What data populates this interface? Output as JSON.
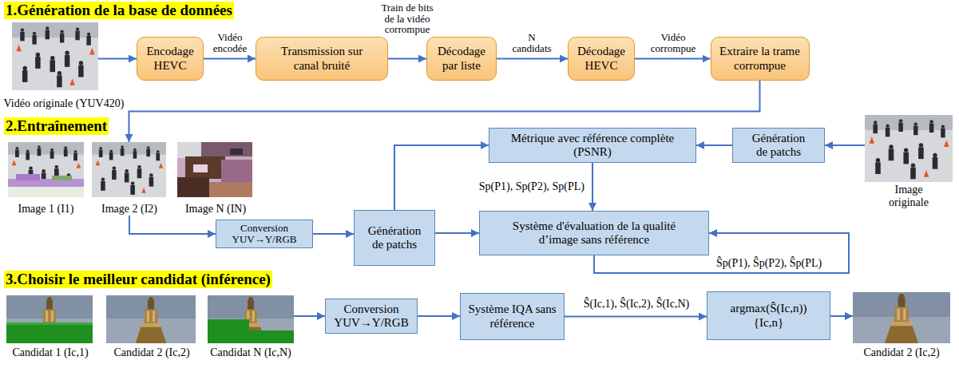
{
  "diagram": {
    "nodes": [
      {
        "text": [
          "Vidéo originale (YUV420)"
        ]
      },
      {
        "text": [
          "Encodage HEVC"
        ]
      },
      {
        "text": [
          "Transmission sur canal bruité"
        ]
      },
      {
        "text": [
          "Décodage par liste"
        ]
      },
      {
        "text": [
          "Décodage HEVC"
        ]
      },
      {
        "text": [
          "Extraire la trame corrompue"
        ]
      },
      {
        "text": [
          "Image 1 (I1)"
        ]
      },
      {
        "text": [
          "Image 2 (I2)"
        ]
      },
      {
        "text": [
          "Image N (IN)"
        ]
      },
      {
        "text": [
          "Métrique avec référence complète (PSNR)"
        ]
      },
      {
        "text": [
          "Génération de patchs"
        ]
      },
      {
        "text": [
          "Image originale"
        ]
      },
      {
        "text": [
          "Conversion YUV→Y/RGB"
        ]
      },
      {
        "text": [
          "Génération de patchs"
        ]
      },
      {
        "text": [
          "Système d'évaluation de la qualité d’image sans référence"
        ]
      },
      {
        "text": [
          "Candidat 1 (Ic,1)"
        ]
      },
      {
        "text": [
          "Candidat 2 (Ic,2)"
        ]
      },
      {
        "text": [
          "Candidat N (Ic,N)"
        ]
      },
      {
        "text": [
          "Conversion YUV→Y/RGB"
        ]
      },
      {
        "text": [
          "Système IQA sans référence"
        ]
      },
      {
        "text": [
          "argmax(Ŝ(Ic,n))",
          "{Ic,n}"
        ]
      },
      {
        "text": [
          "Candidat 2 (Ic,2)"
        ]
      }
    ],
    "edges": [
      {
        "from": 0,
        "to": 1,
        "arrow": "to"
      },
      {
        "from": 1,
        "to": 2,
        "label": "Vidéo encodée",
        "arrow": "to"
      },
      {
        "from": 2,
        "to": 3,
        "label": "Train de bits de la vidéo corrompue",
        "arrow": "to"
      },
      {
        "from": 3,
        "to": 4,
        "label": "N candidats",
        "arrow": "to"
      },
      {
        "from": 4,
        "to": 5,
        "label": "Vidéo corrompue",
        "arrow": "to"
      },
      {
        "from": 5,
        "to": 7,
        "arrow": "to"
      },
      {
        "from": 7,
        "to": 12,
        "arrow": "to"
      },
      {
        "from": 12,
        "to": 13,
        "arrow": "to"
      },
      {
        "from": 13,
        "to": 9,
        "arrow": "to"
      },
      {
        "from": 11,
        "to": 10,
        "arrow": "to"
      },
      {
        "from": 10,
        "to": 9,
        "arrow": "to"
      },
      {
        "from": 13,
        "to": 14,
        "arrow": "to"
      },
      {
        "from": 9,
        "to": 14,
        "label": "Sp(P1), Sp(P2), Sp(PL)",
        "arrow": "to"
      },
      {
        "from": 14,
        "to": 14,
        "label": "Ŝp(P1), Ŝp(P2), Ŝp(PL)",
        "arrow": "to"
      },
      {
        "from": 17,
        "to": 18,
        "arrow": "to"
      },
      {
        "from": 18,
        "to": 19,
        "arrow": "to"
      },
      {
        "from": 19,
        "to": 20,
        "label": "Ŝ(Ic,1), Ŝ(Ic,2), Ŝ(Ic,N)",
        "arrow": "to"
      },
      {
        "from": 20,
        "to": 21,
        "arrow": "to"
      }
    ],
    "labels": [
      "1.Génération de la base de données",
      "2.Entraînement",
      "3.Choisir le meilleur candidat (inférence)"
    ]
  }
}
